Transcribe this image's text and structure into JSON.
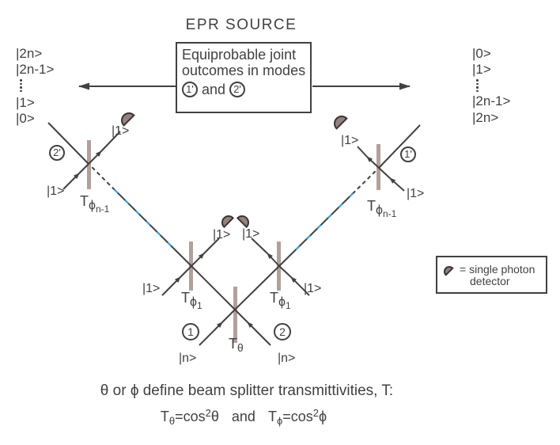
{
  "title": "EPR SOURCE",
  "source_box": {
    "line1": "Equiprobable joint",
    "line2": "outcomes in modes",
    "mode1": "1'",
    "and": "and",
    "mode2": "2'"
  },
  "left_modes": {
    "m0": "|2n>",
    "m1": "|2n-1>",
    "m2": "|1>",
    "m3": "|0>"
  },
  "right_modes": {
    "m0": "|0>",
    "m1": "|1>",
    "m2": "|2n-1>",
    "m3": "|2n>"
  },
  "beam_labels": {
    "one": "|1>",
    "n": "|n>"
  },
  "badges": {
    "top_left": "2'",
    "top_right": "1'",
    "bottom_left": "1",
    "bottom_right": "2"
  },
  "bs_labels": {
    "T": "T",
    "phi": "ϕ",
    "theta": "θ",
    "sub_n_minus_1": "n-1",
    "sub_1": "1"
  },
  "legend": {
    "eq": "=",
    "line1": "single photon",
    "line2": "detector"
  },
  "caption": {
    "line1": "θ or ϕ define beam splitter transmittivities, T:",
    "T": "T",
    "theta": "θ",
    "phi": "ϕ",
    "eq_cos": "=cos",
    "sup_2": "2",
    "and": "and"
  },
  "colors": {
    "ink": "#414141",
    "beam_splitter": "#b2a09a",
    "cyan": "#29abe2",
    "detector_fill": "#94827f"
  }
}
